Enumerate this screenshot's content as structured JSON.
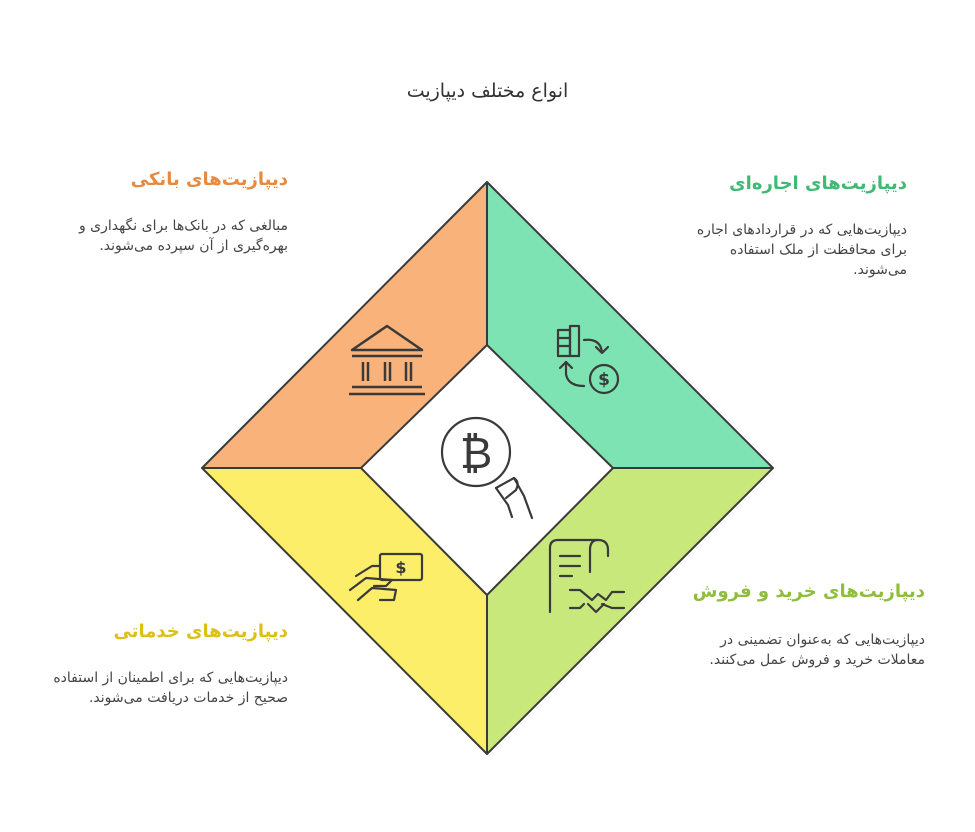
{
  "title": "انواع مختلف دیپازیت",
  "sections": {
    "bank": {
      "heading": "دیپازیت‌های بانکی",
      "body": "مبالغی که در بانک‌ها برای نگهداری و بهره‌گیری از آن سپرده می‌شوند.",
      "color": "#f9b27a",
      "icon": "bank-building-icon"
    },
    "lease": {
      "heading": "دیپازیت‌های اجاره‌ای",
      "body": "دیپازیت‌هایی که در قراردادهای اجاره برای محافظت از ملک استفاده می‌شوند.",
      "color": "#7ee3b2",
      "icon": "currency-exchange-icon"
    },
    "trade": {
      "heading": "دیپازیت‌های خرید و فروش",
      "body": "دیپازیت‌هایی که به‌عنوان تضمینی در معاملات خرید و فروش عمل می‌کنند.",
      "color": "#c9e87c",
      "icon": "contract-handshake-icon"
    },
    "service": {
      "heading": "دیپازیت‌های خدماتی",
      "body": "دیپازیت‌هایی که برای اطمینان از استفاده صحیح از خدمات دریافت می‌شوند.",
      "color": "#fdee6a",
      "icon": "hand-money-icon"
    }
  },
  "center_icon": "bitcoin-hand-icon"
}
